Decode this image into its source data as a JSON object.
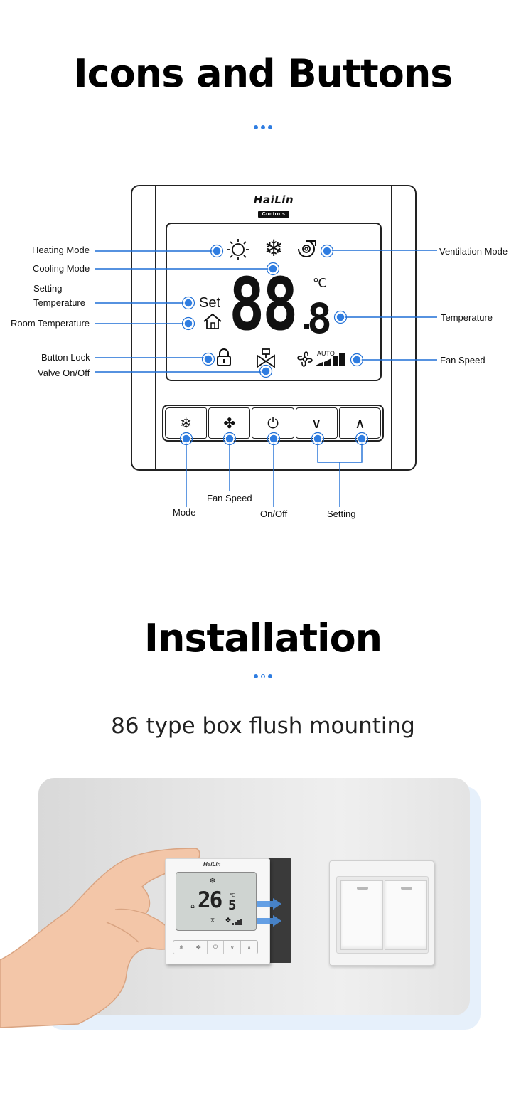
{
  "section1": {
    "title": "Icons and Buttons"
  },
  "section2": {
    "title": "Installation",
    "subtitle": "86 type box flush mounting"
  },
  "brand": {
    "name": "HaiLin",
    "sub": "Controls"
  },
  "display": {
    "big_digits": "88",
    "decimal_digit": "8",
    "unit": "℃",
    "set_text": "Set",
    "auto_text": "AUTO"
  },
  "callouts": {
    "heating_mode": "Heating Mode",
    "cooling_mode": "Cooling Mode",
    "setting_temperature_line1": "Setting",
    "setting_temperature_line2": "Temperature",
    "room_temperature": "Room Temperature",
    "button_lock": "Button Lock",
    "valve_on_off": "Valve On/Off",
    "ventilation_mode": "Ventilation Mode",
    "temperature": "Temperature",
    "fan_speed_display": "Fan Speed",
    "mode_button": "Mode",
    "fan_speed_button": "Fan Speed",
    "on_off_button": "On/Off",
    "setting_buttons": "Setting"
  },
  "buttons": {
    "mode": "❄",
    "fan": "✤",
    "power": "⏻",
    "down": "∨",
    "up": "∧"
  },
  "photo": {
    "thermostat_temp": "26",
    "thermostat_decimal": "5",
    "thermostat_unit": "℃",
    "thermostat_brand": "HaiLin"
  },
  "colors": {
    "accent": "#2f7de1",
    "line": "#1f6fd6",
    "ink": "#111111"
  }
}
